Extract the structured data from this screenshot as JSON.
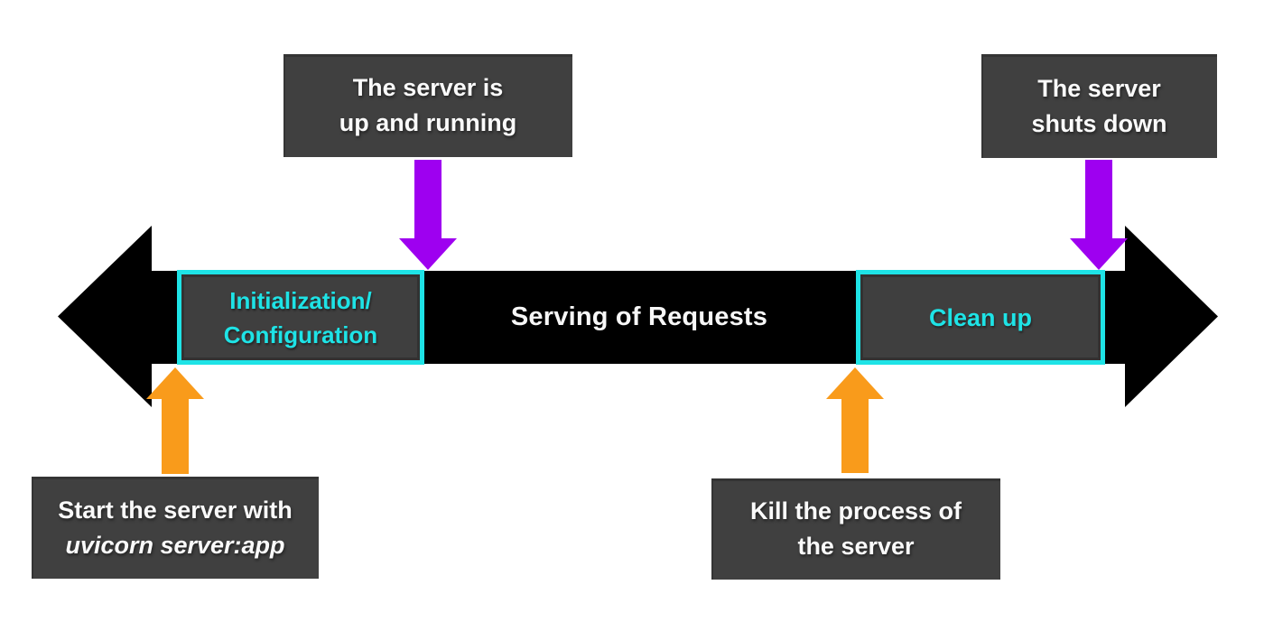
{
  "timeline": {
    "init_phase": {
      "lines": [
        "Initialization/",
        "Configuration"
      ]
    },
    "serving_phase": {
      "label": "Serving of Requests"
    },
    "cleanup_phase": {
      "label": "Clean up"
    }
  },
  "annotations": {
    "server_up": {
      "lines": [
        "The server is",
        "up and running"
      ]
    },
    "server_shutdown": {
      "lines": [
        "The server",
        "shuts down"
      ]
    },
    "start_server": {
      "line1": "Start the server with",
      "code": "uvicorn server:app"
    },
    "kill_process": {
      "lines": [
        "Kill the process of",
        "the server"
      ]
    }
  },
  "icons": {
    "timeline_left": "left-arrowhead-icon",
    "timeline_right": "right-arrowhead-icon",
    "server_up_connector": "down-arrow-icon",
    "server_shutdown_connector": "down-arrow-icon",
    "start_server_connector": "up-arrow-icon",
    "kill_process_connector": "up-arrow-icon"
  },
  "colors": {
    "background": "#FFFFFF",
    "timeline_black": "#000000",
    "note_box_gray": "#404040",
    "phase_box_gray": "#3F3F3F",
    "accent_cyan": "#1EE3E6",
    "accent_purple": "#9E00F0",
    "accent_orange": "#F99B1B",
    "text_white": "#F7F7F7"
  }
}
